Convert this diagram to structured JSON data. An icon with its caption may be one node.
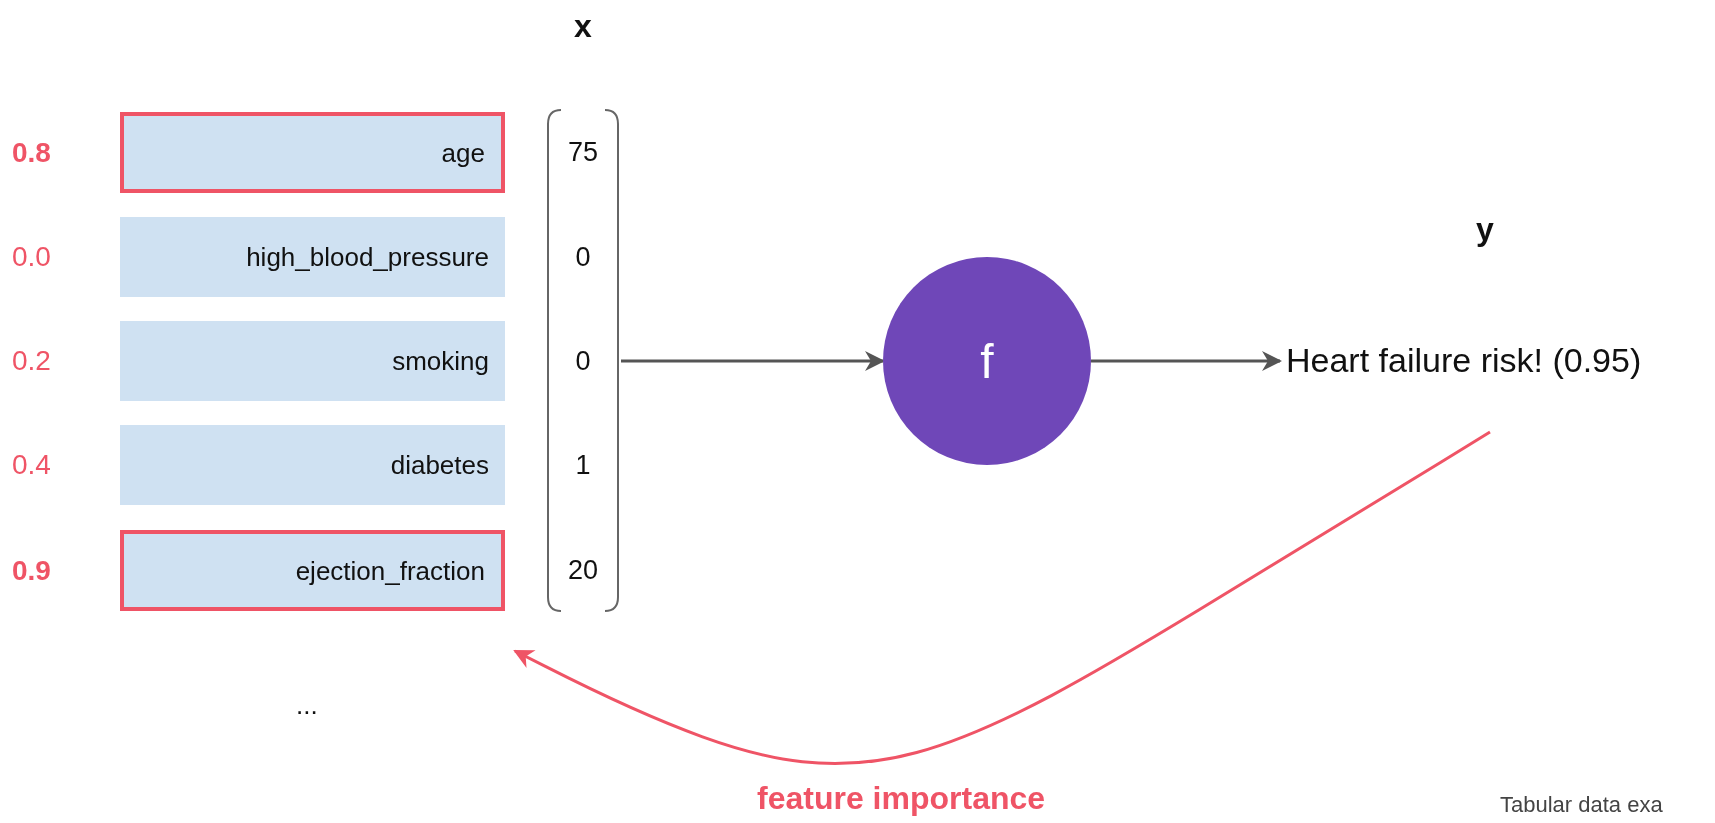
{
  "diagram": {
    "nodes": [
      {
        "text": [
          "age"
        ],
        "beside": [
          "0.8"
        ]
      },
      {
        "text": [
          "high_blood_pressure"
        ],
        "beside": [
          "0.0"
        ]
      },
      {
        "text": [
          "smoking"
        ],
        "beside": [
          "0.2"
        ]
      },
      {
        "text": [
          "diabetes"
        ],
        "beside": [
          "0.4"
        ]
      },
      {
        "text": [
          "ejection_fraction"
        ],
        "beside": [
          "0.9"
        ]
      },
      {
        "text": [
          "x",
          "75",
          "0",
          "0",
          "1",
          "20"
        ]
      },
      {
        "text": [
          "f"
        ]
      },
      {
        "text": [
          "y",
          "Heart failure risk! (0.95)"
        ]
      }
    ],
    "edges": [
      {
        "from": 5,
        "to": 6,
        "arrow": "to"
      },
      {
        "from": 6,
        "to": 7,
        "arrow": "to"
      },
      {
        "from": 7,
        "to": 4,
        "arrow": "to",
        "label": "feature importance",
        "color": "#ef5466"
      }
    ],
    "labels": [
      "...",
      "Tabular data exa"
    ]
  }
}
